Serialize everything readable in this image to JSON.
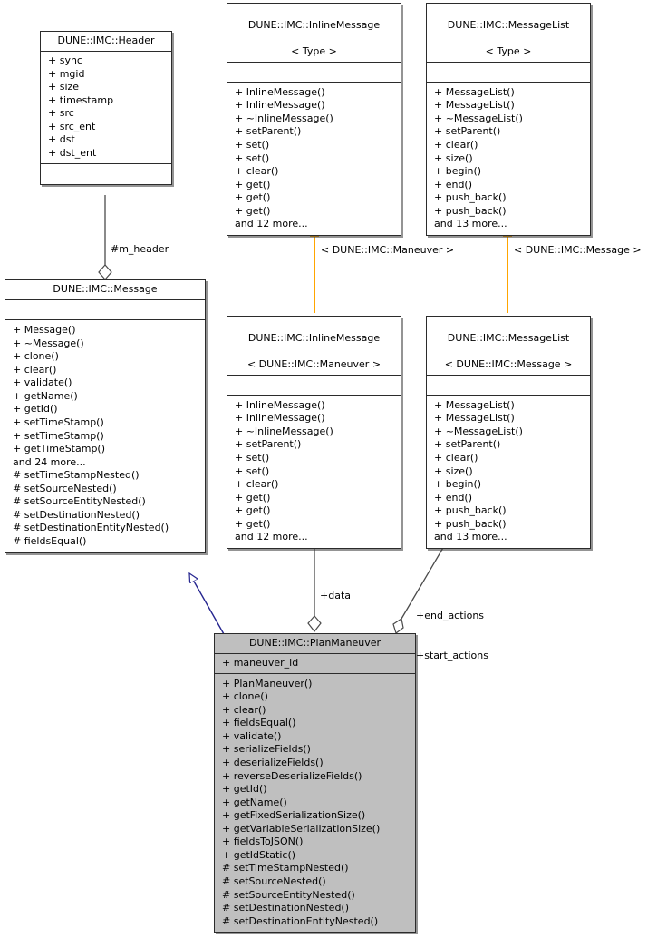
{
  "diagram": {
    "type": "uml-class-diagram",
    "title": "DUNE::IMC::PlanManeuver collaboration diagram",
    "colors": {
      "box_border": "#2b2b2b",
      "box_fill_plain": "#ffffff",
      "box_fill_highlight": "#bfbfbf",
      "inheritance_edge": "#25258f",
      "aggregation_edge": "#4a4a4a",
      "template_edge": "#ffa500"
    }
  },
  "classes": [
    {
      "id": "header",
      "name": "DUNE::IMC::Header",
      "template": "",
      "attributes": [
        "+ sync",
        "+ mgid",
        "+ size",
        "+ timestamp",
        "+ src",
        "+ src_ent",
        "+ dst",
        "+ dst_ent"
      ],
      "operations": [],
      "highlighted": false
    },
    {
      "id": "inlinemessage_type",
      "name": "DUNE::IMC::InlineMessage",
      "template": "< Type >",
      "attributes": [],
      "operations": [
        "+ InlineMessage()",
        "+ InlineMessage()",
        "+ ~InlineMessage()",
        "+ setParent()",
        "+ set()",
        "+ set()",
        "+ clear()",
        "+ get()",
        "+ get()",
        "+ get()",
        "and 12 more..."
      ],
      "highlighted": false
    },
    {
      "id": "messagelist_type",
      "name": "DUNE::IMC::MessageList",
      "template": "< Type >",
      "attributes": [],
      "operations": [
        "+ MessageList()",
        "+ MessageList()",
        "+ ~MessageList()",
        "+ setParent()",
        "+ clear()",
        "+ size()",
        "+ begin()",
        "+ end()",
        "+ push_back()",
        "+ push_back()",
        "and 13 more..."
      ],
      "highlighted": false
    },
    {
      "id": "message",
      "name": "DUNE::IMC::Message",
      "template": "",
      "attributes": [],
      "operations": [
        "+ Message()",
        "+ ~Message()",
        "+ clone()",
        "+ clear()",
        "+ validate()",
        "+ getName()",
        "+ getId()",
        "+ setTimeStamp()",
        "+ setTimeStamp()",
        "+ getTimeStamp()",
        "and 24 more...",
        "# setTimeStampNested()",
        "# setSourceNested()",
        "# setSourceEntityNested()",
        "# setDestinationNested()",
        "# setDestinationEntityNested()",
        "# fieldsEqual()"
      ],
      "highlighted": false
    },
    {
      "id": "inlinemessage_maneuver",
      "name": "DUNE::IMC::InlineMessage",
      "template": "< DUNE::IMC::Maneuver >",
      "attributes": [],
      "operations": [
        "+ InlineMessage()",
        "+ InlineMessage()",
        "+ ~InlineMessage()",
        "+ setParent()",
        "+ set()",
        "+ set()",
        "+ clear()",
        "+ get()",
        "+ get()",
        "+ get()",
        "and 12 more..."
      ],
      "highlighted": false
    },
    {
      "id": "messagelist_message",
      "name": "DUNE::IMC::MessageList",
      "template": "< DUNE::IMC::Message >",
      "attributes": [],
      "operations": [
        "+ MessageList()",
        "+ MessageList()",
        "+ ~MessageList()",
        "+ setParent()",
        "+ clear()",
        "+ size()",
        "+ begin()",
        "+ end()",
        "+ push_back()",
        "+ push_back()",
        "and 13 more..."
      ],
      "highlighted": false
    },
    {
      "id": "planmaneuver",
      "name": "DUNE::IMC::PlanManeuver",
      "template": "",
      "attributes": [
        "+ maneuver_id"
      ],
      "operations": [
        "+ PlanManeuver()",
        "+ clone()",
        "+ clear()",
        "+ fieldsEqual()",
        "+ validate()",
        "+ serializeFields()",
        "+ deserializeFields()",
        "+ reverseDeserializeFields()",
        "+ getId()",
        "+ getName()",
        "+ getFixedSerializationSize()",
        "+ getVariableSerializationSize()",
        "+ fieldsToJSON()",
        "+ getIdStatic()",
        "# setTimeStampNested()",
        "# setSourceNested()",
        "# setSourceEntityNested()",
        "# setDestinationNested()",
        "# setDestinationEntityNested()"
      ],
      "highlighted": true
    }
  ],
  "edges": [
    {
      "id": "edge-header-message",
      "kind": "aggregation",
      "label": "#m_header",
      "from": "header",
      "to": "message"
    },
    {
      "id": "edge-inlinemessage-template",
      "kind": "template-binding",
      "label": "< DUNE::IMC::Maneuver >",
      "from": "inlinemessage_type",
      "to": "inlinemessage_maneuver"
    },
    {
      "id": "edge-messagelist-template",
      "kind": "template-binding",
      "label": "< DUNE::IMC::Message >",
      "from": "messagelist_type",
      "to": "messagelist_message"
    },
    {
      "id": "edge-message-planmaneuver",
      "kind": "inheritance",
      "label": "",
      "from": "message",
      "to": "planmaneuver"
    },
    {
      "id": "edge-data",
      "kind": "aggregation",
      "label": "+data",
      "from": "inlinemessage_maneuver",
      "to": "planmaneuver"
    },
    {
      "id": "edge-actions",
      "kind": "aggregation",
      "label": "+end_actions\n+start_actions",
      "from": "messagelist_message",
      "to": "planmaneuver"
    }
  ]
}
